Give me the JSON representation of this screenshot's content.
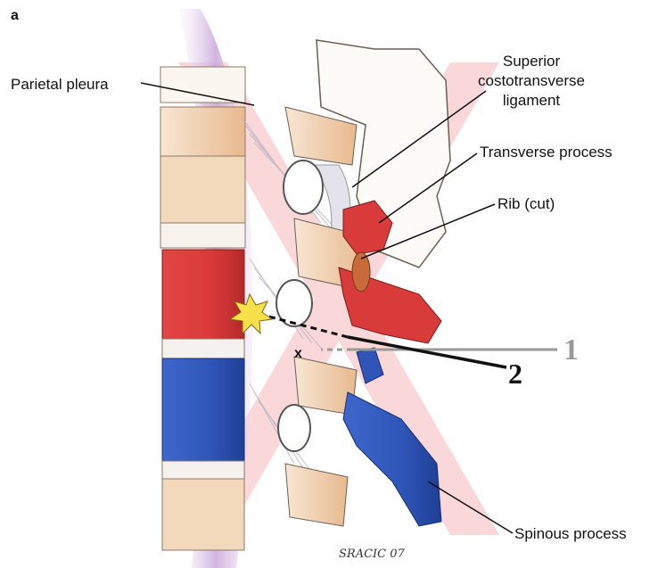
{
  "panel_label": "a",
  "labels": {
    "parietal_pleura": "Parietal pleura",
    "superior_costotransverse_line1": "Superior",
    "superior_costotransverse_line2": "costotransverse",
    "superior_costotransverse_line3": "ligament",
    "transverse_process": "Transverse process",
    "rib_cut": "Rib (cut)",
    "spinous_process": "Spinous process"
  },
  "needle_markers": {
    "one": "1",
    "two": "2",
    "x_mark": "x"
  },
  "signature": "SRACIC 07",
  "colors": {
    "pleura_purple": "#c9a6d9",
    "forbidden_x_pink": "#f6b9bd",
    "red_vertebra": "#d93a3a",
    "blue_vertebra": "#2f55b8",
    "bone_beige": "#f2d7b8",
    "needle_1_gray": "#9a9a9a",
    "needle_2_black": "#111111",
    "burst_yellow": "#f7e04a"
  }
}
